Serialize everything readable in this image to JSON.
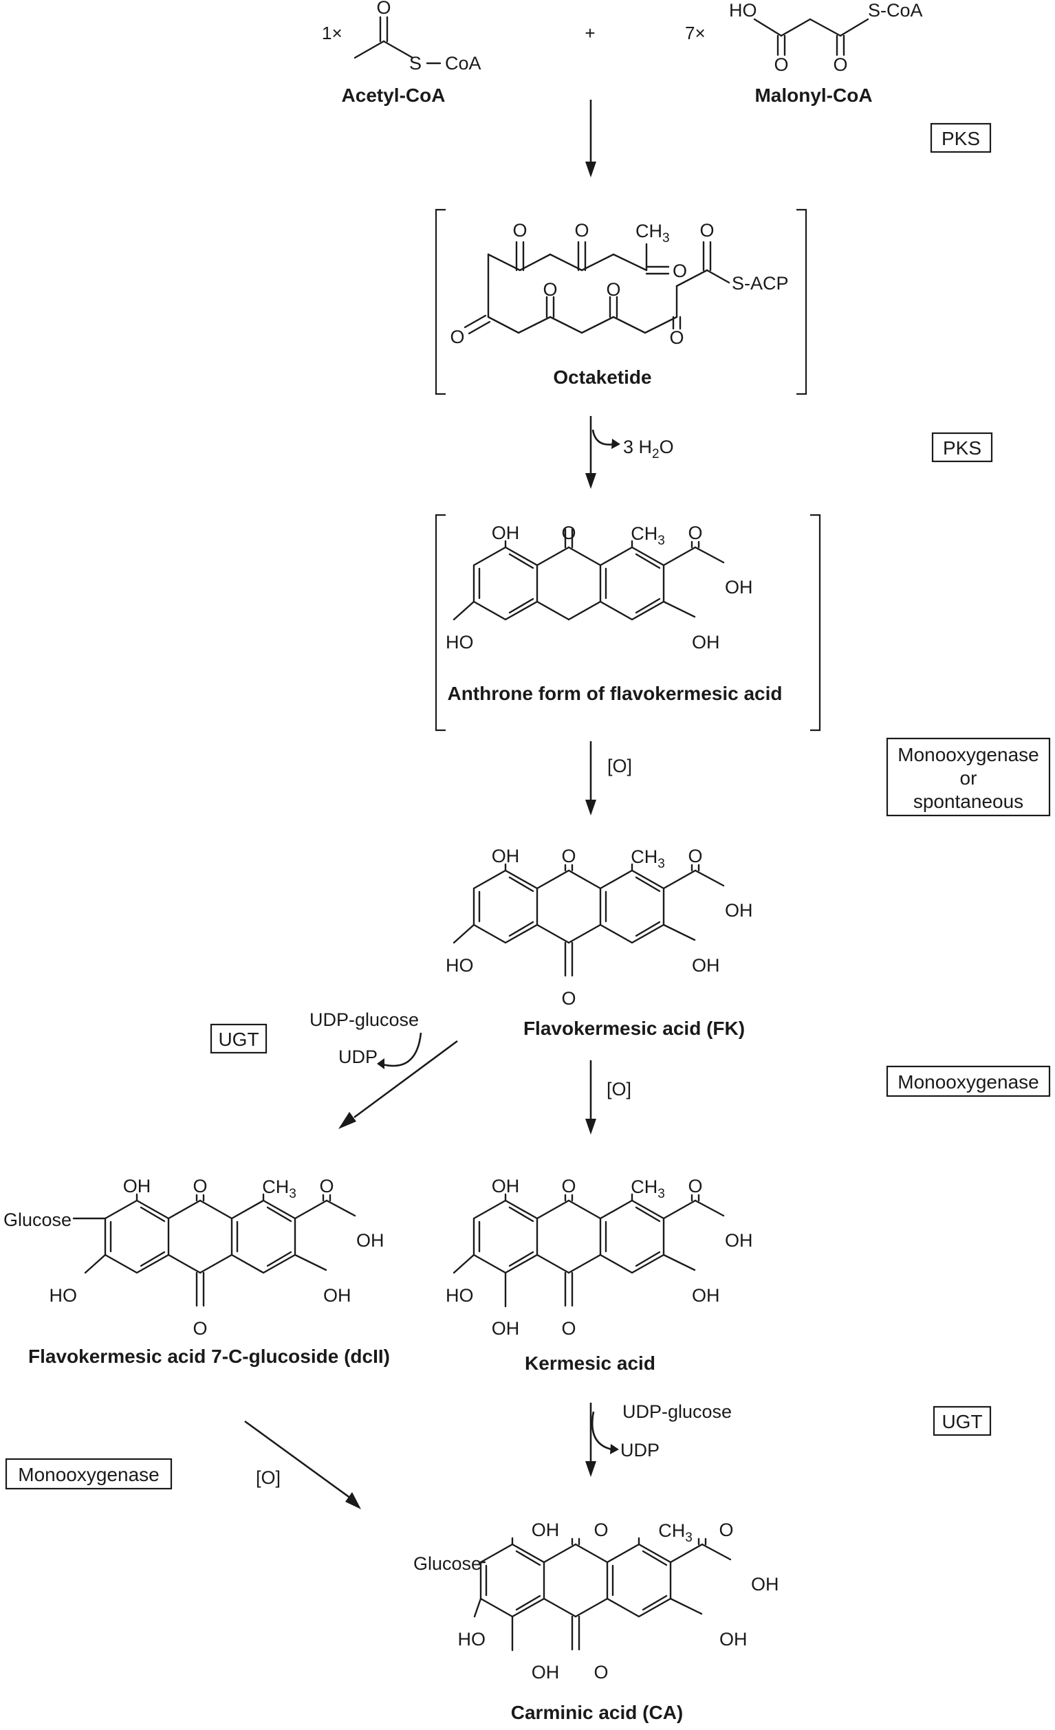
{
  "reactants": {
    "acetyl_coef": "1×",
    "plus": "+",
    "malonyl_coef": "7×",
    "acetyl_name": "Acetyl-CoA",
    "malonyl_name": "Malonyl-CoA"
  },
  "atoms": {
    "O": "O",
    "S": "S",
    "CoA": "CoA",
    "HO": "HO",
    "OH": "OH",
    "S_CoA": "S-CoA",
    "S_ACP": "S-ACP",
    "Glucose": "Glucose",
    "CH": "CH",
    "sub3": "3"
  },
  "compounds": {
    "octaketide": "Octaketide",
    "anthrone": "Anthrone form of flavokermesic acid",
    "fk": "Flavokermesic acid (FK)",
    "dcii": "Flavokermesic acid 7-C-glucoside (dcII)",
    "kermesic": "Kermesic acid",
    "carminic": "Carminic acid (CA)"
  },
  "enzymes": {
    "pks_1": "PKS",
    "pks_2": "PKS",
    "monooxygenase_or_spontaneous": [
      "Monooxygenase",
      "or",
      "spontaneous"
    ],
    "ugt_1": "UGT",
    "monooxygenase_2": "Monooxygenase",
    "ugt_2": "UGT",
    "monooxygenase_3": "Monooxygenase"
  },
  "conditions": {
    "loss_water_coef": "3 H",
    "loss_water_sub": "2",
    "loss_water_end": "O",
    "oxidation_1": "[O]",
    "oxidation_2": "[O]",
    "oxidation_3": "[O]",
    "udp_glucose_1": "UDP-glucose",
    "udp_1": "UDP",
    "udp_glucose_2": "UDP-glucose",
    "udp_2": "UDP"
  }
}
